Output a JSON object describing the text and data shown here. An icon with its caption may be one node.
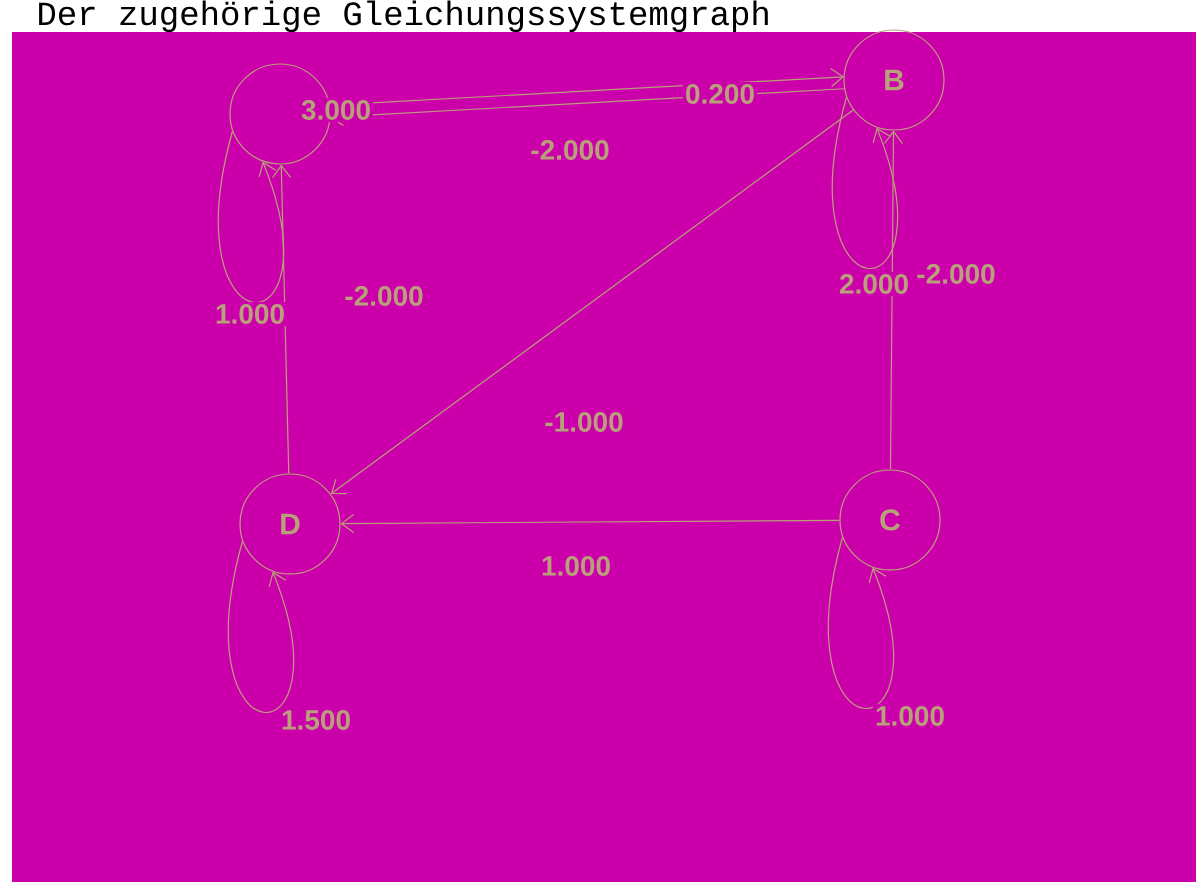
{
  "diagram": {
    "title": "Der zugehörige Gleichungssystemgraph",
    "nodes": [
      {
        "text": [],
        "shape": "circle"
      },
      {
        "text": [
          "B"
        ]
      },
      {
        "text": [
          "D"
        ]
      },
      {
        "text": [
          "C"
        ]
      }
    ],
    "edges": [
      {
        "from": 0,
        "to": 1,
        "arrow": "to",
        "label": "0.200"
      },
      {
        "from": 1,
        "to": 0,
        "arrow": "to",
        "label": "-2.000"
      },
      {
        "from": 1,
        "to": 2,
        "arrow": "to",
        "label": "-1.000"
      },
      {
        "from": 2,
        "to": 0,
        "arrow": "to",
        "label": "-2.000"
      },
      {
        "from": 3,
        "to": 1,
        "arrow": "to",
        "label": "-2.000"
      },
      {
        "from": 3,
        "to": 2,
        "arrow": "to",
        "label": "1.000"
      },
      {
        "from": 0,
        "to": 0,
        "arrow": "to",
        "label": "1.000"
      },
      {
        "from": 1,
        "to": 1,
        "arrow": "to",
        "label": "2.000"
      },
      {
        "from": 2,
        "to": 2,
        "arrow": "to",
        "label": "1.500"
      },
      {
        "from": 3,
        "to": 3,
        "arrow": "to",
        "label": "1.000"
      }
    ],
    "labels": [
      "3.000"
    ]
  }
}
